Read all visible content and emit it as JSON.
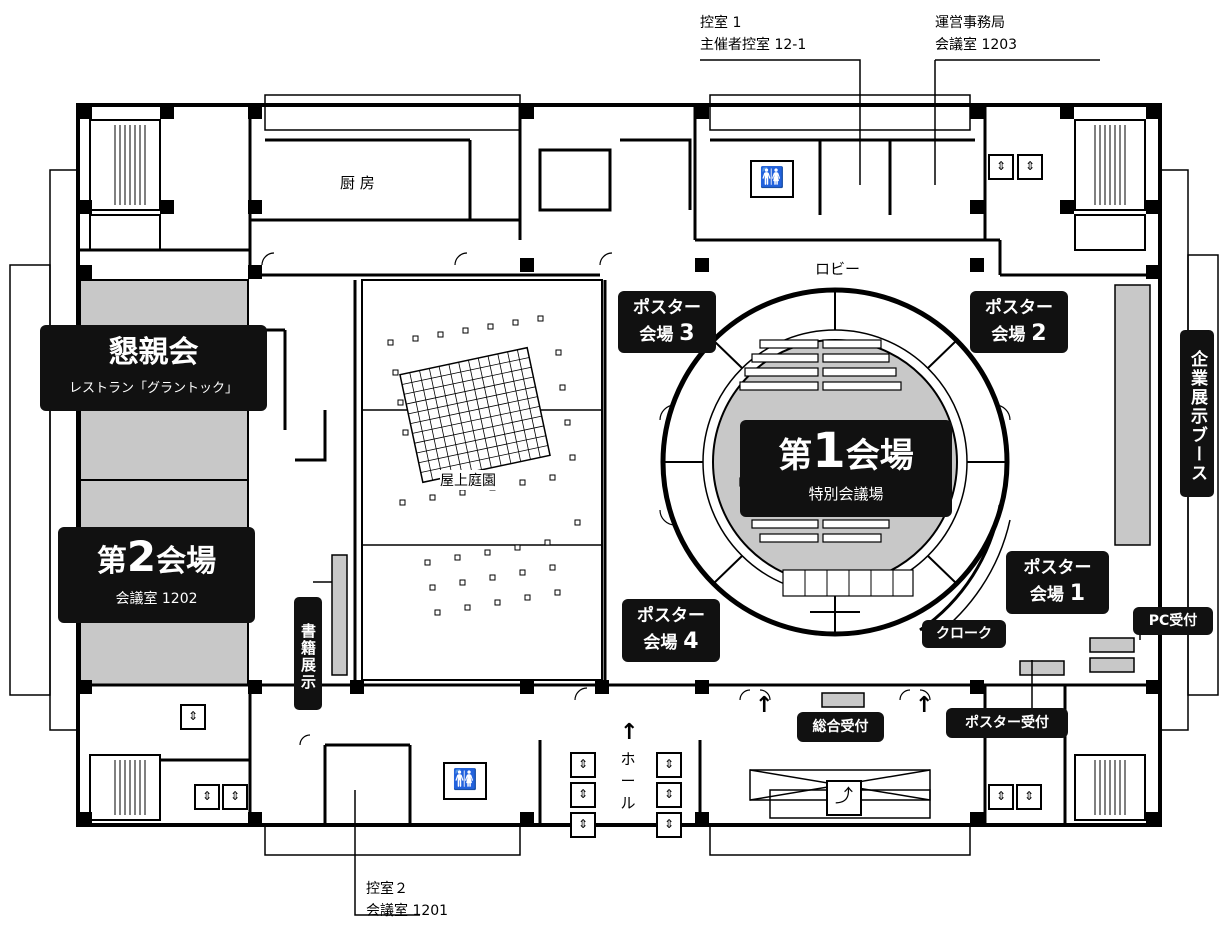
{
  "callouts": {
    "hikae1": {
      "line1": "控室 1",
      "line2": "主催者控室 12-1"
    },
    "office": {
      "line1": "運営事務局",
      "line2": "会議室 1203"
    },
    "hikae2": {
      "line1": "控室２",
      "line2": "会議室 1201"
    }
  },
  "rooms": {
    "kitchen": "厨 房",
    "lobby": "ロビー",
    "rooftop": "屋上庭園",
    "hall": "ホール"
  },
  "venues": {
    "konshinkai": {
      "title": "懇親会",
      "sub": "レストラン「グラントック」"
    },
    "hall2": {
      "pre": "第",
      "num": "2",
      "post": "会場",
      "sub": "会議室 1202"
    },
    "hall1": {
      "pre": "第",
      "num": "1",
      "post": "会場",
      "sub": "特別会議場"
    },
    "poster1": {
      "line1": "ポスター",
      "line2a": "会場",
      "num": "1"
    },
    "poster2": {
      "line1": "ポスター",
      "line2a": "会場",
      "num": "2"
    },
    "poster3": {
      "line1": "ポスター",
      "line2a": "会場",
      "num": "3"
    },
    "poster4": {
      "line1": "ポスター",
      "line2a": "会場",
      "num": "4"
    }
  },
  "service_labels": {
    "cloak": "クローク",
    "general_reception": "総合受付",
    "poster_reception": "ポスター受付",
    "pc_reception": "PC受付",
    "books": "書籍展示",
    "exhibit": "企業展示ブース"
  },
  "icons": [
    "restroom-icon",
    "elevator-icon",
    "escalator-icon",
    "arrow-up-icon"
  ],
  "colors": {
    "dark": "#111111",
    "shade": "#c8c8c8",
    "line": "#000000"
  }
}
